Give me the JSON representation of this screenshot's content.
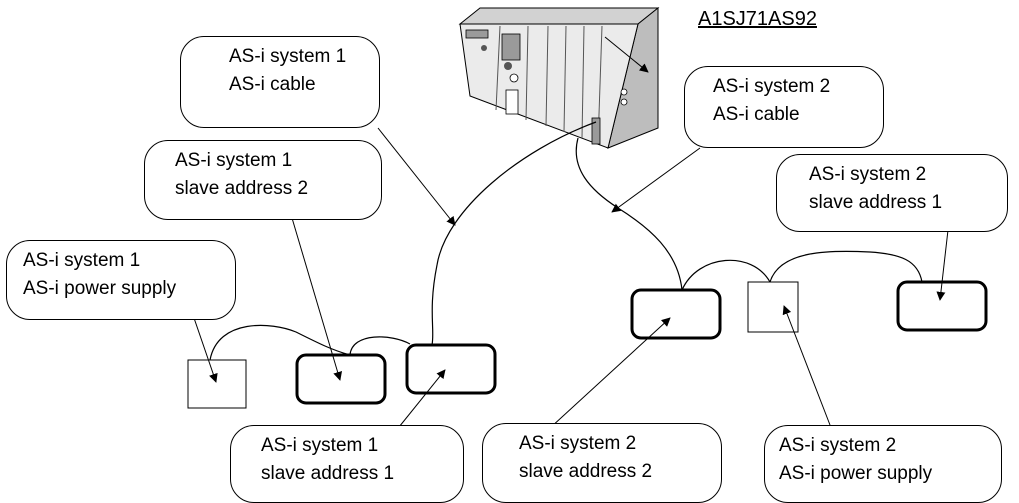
{
  "controller": {
    "model": "A1SJ71AS92"
  },
  "callouts": {
    "sys1_cable": {
      "line1": "AS-i system 1",
      "line2": "AS-i cable"
    },
    "sys1_slave2": {
      "line1": "AS-i system 1",
      "line2": "slave address 2"
    },
    "sys1_power": {
      "line1": "AS-i system 1",
      "line2": "AS-i power supply"
    },
    "sys1_slave1": {
      "line1": "AS-i system 1",
      "line2": "slave address 1"
    },
    "sys2_cable": {
      "line1": "AS-i system 2",
      "line2": "AS-i cable"
    },
    "sys2_slave1": {
      "line1": "AS-i system 2",
      "line2": "slave address 1"
    },
    "sys2_slave2": {
      "line1": "AS-i system 2",
      "line2": "slave address 2"
    },
    "sys2_power": {
      "line1": "AS-i system 2",
      "line2": "AS-i power supply"
    }
  },
  "colors": {
    "line": "#000000",
    "plc_face": "#e6e6e6",
    "plc_shade": "#c4c4c4"
  }
}
